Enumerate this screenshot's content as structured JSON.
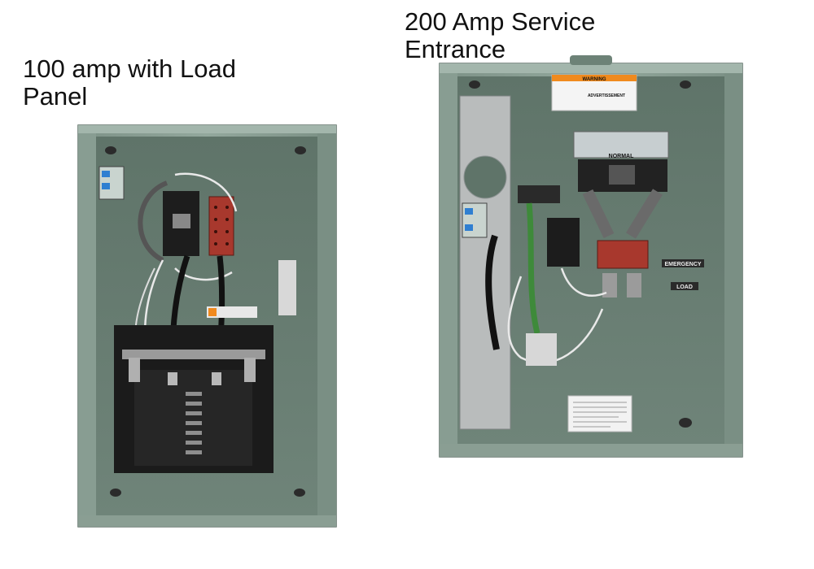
{
  "captions": {
    "left": "100 amp with Load\nPanel",
    "right": "200 Amp Service\nEntrance"
  },
  "right_panel_labels": {
    "normal": "NORMAL",
    "emergency": "EMERGENCY",
    "load": "LOAD",
    "warning": "WARNING",
    "advertissement": "ADVERTISSEMENT"
  },
  "colors": {
    "enclosure": "#8fa39a",
    "enclosure_inner": "#6f8479",
    "terminal_block": "#a8382d",
    "ground_wire": "#3e8a3a"
  }
}
